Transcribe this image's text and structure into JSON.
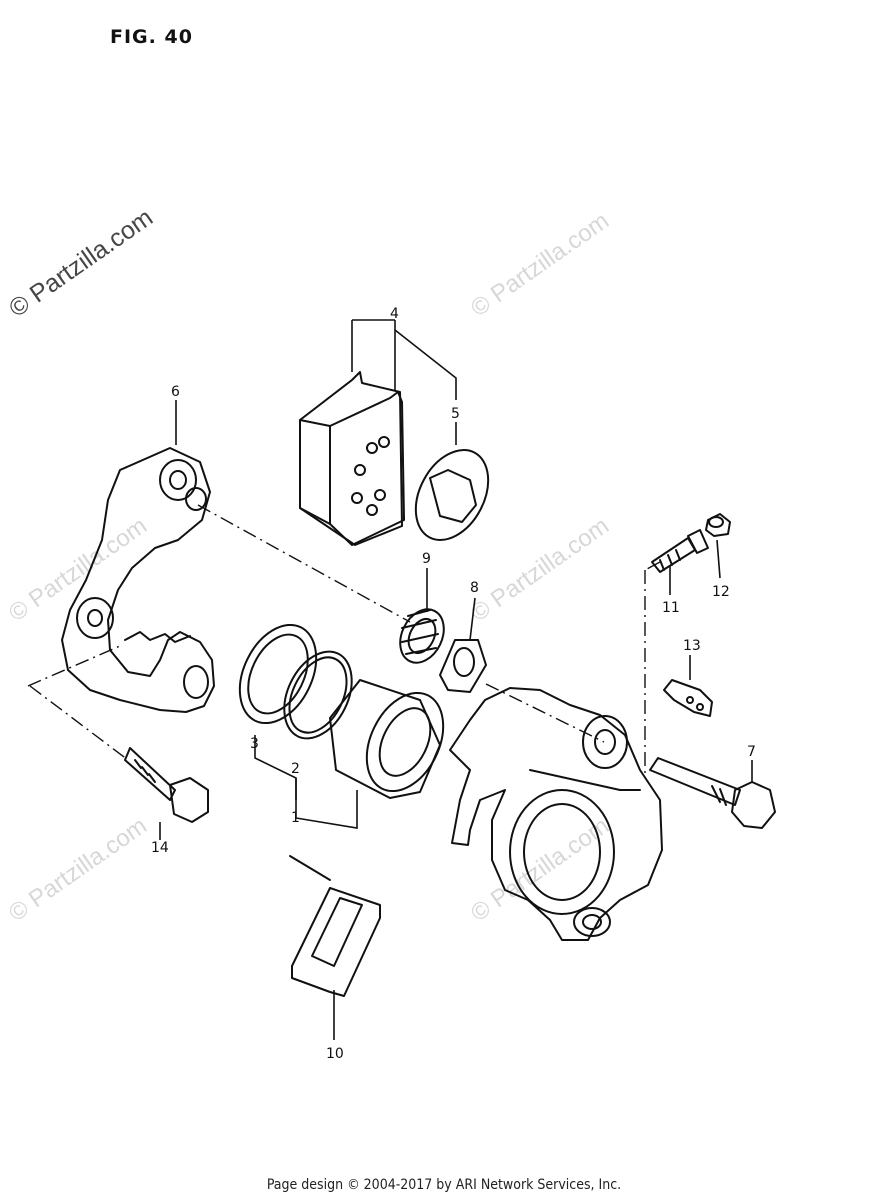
{
  "figure": {
    "title": "FIG. 40"
  },
  "watermark": {
    "text": "© Partzilla.com"
  },
  "callouts": {
    "c1": "1",
    "c2": "2",
    "c3": "3",
    "c4": "4",
    "c5": "5",
    "c6": "6",
    "c7": "7",
    "c8": "8",
    "c9": "9",
    "c10": "10",
    "c11": "11",
    "c12": "12",
    "c13": "13",
    "c14": "14"
  },
  "footer": {
    "text": "Page design © 2004-2017 by ARI Network Services, Inc."
  }
}
